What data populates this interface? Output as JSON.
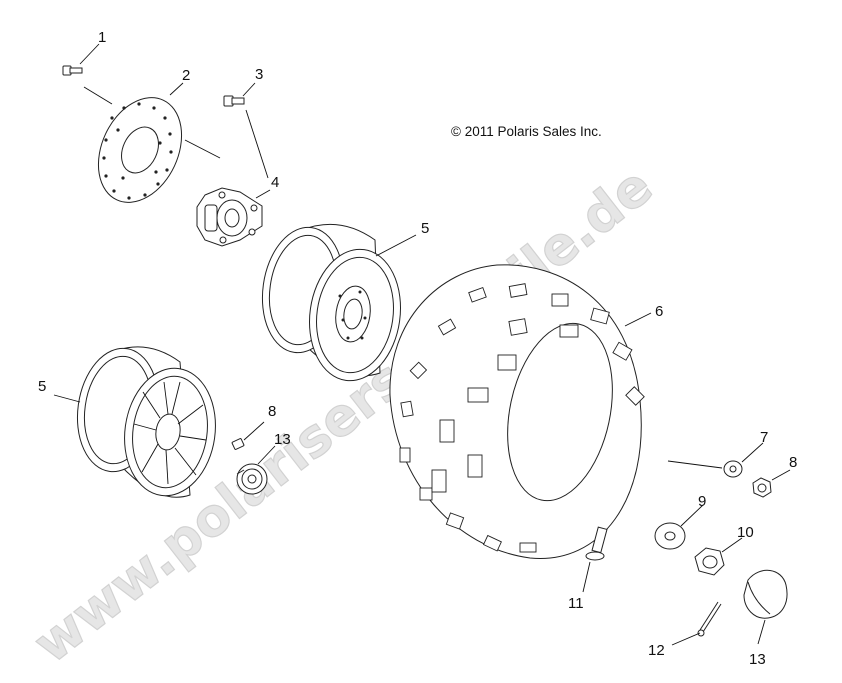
{
  "watermark": "www.polarisersatzteile.de",
  "copyright": "© 2011 Polaris Sales Inc.",
  "callouts": {
    "c1": "1",
    "c2": "2",
    "c3": "3",
    "c4": "4",
    "c5a": "5",
    "c5b": "5",
    "c6": "6",
    "c7": "7",
    "c8a": "8",
    "c8b": "8",
    "c9": "9",
    "c10": "10",
    "c11": "11",
    "c12": "12",
    "c13a": "13",
    "c13b": "13"
  }
}
